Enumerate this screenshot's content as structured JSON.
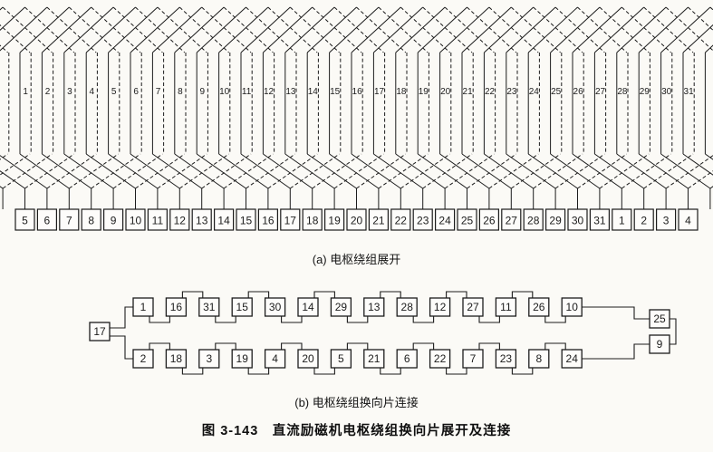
{
  "style": {
    "ink": "#1c1c1c",
    "background": "#fbfaf6",
    "box_fill": "#fdfcfa"
  },
  "figure": {
    "caption": "图 3-143　直流励磁机电枢绕组换向片展开及连接"
  },
  "part_a": {
    "label": "(a) 电枢绕组展开",
    "slot_count": 31,
    "slot_numbers": [
      1,
      2,
      3,
      4,
      5,
      6,
      7,
      8,
      9,
      10,
      11,
      12,
      13,
      14,
      15,
      16,
      17,
      18,
      19,
      20,
      21,
      22,
      23,
      24,
      25,
      26,
      27,
      28,
      29,
      30,
      31
    ],
    "commutator_numbers": [
      5,
      6,
      7,
      8,
      9,
      10,
      11,
      12,
      13,
      14,
      15,
      16,
      17,
      18,
      19,
      20,
      21,
      22,
      23,
      24,
      25,
      26,
      27,
      28,
      29,
      30,
      31,
      1,
      2,
      3,
      4
    ]
  },
  "part_b": {
    "label": "(b) 电枢绕组换向片连接",
    "left_box": 17,
    "top_row": [
      1,
      16,
      31,
      15,
      30,
      14,
      29,
      13,
      28,
      12,
      27,
      11,
      26,
      10
    ],
    "right_top_box": 25,
    "right_bottom_box": 9,
    "bottom_row": [
      2,
      18,
      3,
      19,
      4,
      20,
      5,
      21,
      6,
      22,
      7,
      23,
      8,
      24
    ]
  }
}
